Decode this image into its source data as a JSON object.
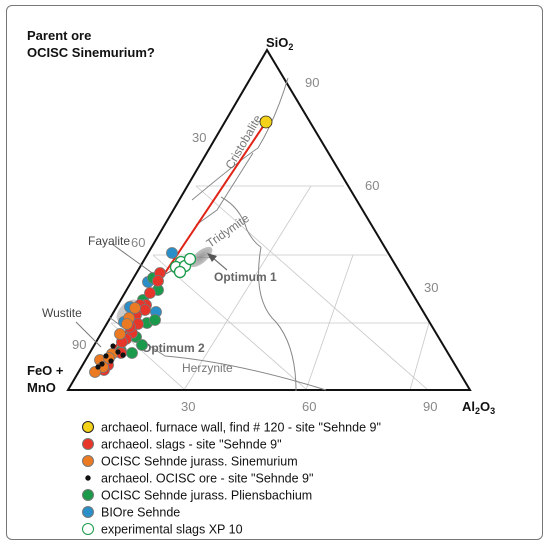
{
  "title": {
    "line1": "Parent ore",
    "line2": "OCISC Sinemurium?"
  },
  "corners": {
    "top": "SiO",
    "top_sub": "2",
    "left_line1": "FeO +",
    "left_line2": "MnO",
    "right": "Al",
    "right_sub1": "2",
    "right_mid": "O",
    "right_sub2": "3"
  },
  "ticks": {
    "right_edge": [
      "90",
      "60",
      "30"
    ],
    "left_edge": [
      "30",
      "60",
      "90"
    ],
    "bottom_edge": [
      "30",
      "60",
      "90"
    ]
  },
  "regions": {
    "cristobalite": "Cristobalite",
    "tridymite": "Tridymite",
    "fayalite": "Fayalite",
    "wustite": "Wustite",
    "herzynite": "Herzynite",
    "optimum1": "Optimum 1",
    "optimum2": "Optimum 2"
  },
  "colors": {
    "furnace": "#f5d21a",
    "slags": "#e8352a",
    "sinemurium": "#ec7a22",
    "ore": "#111111",
    "pliensbachium": "#1a9a4a",
    "biore": "#2a8fc8",
    "experimental": "#ffffff",
    "trend_line": "#e02418"
  },
  "legend": [
    {
      "key": "furnace",
      "label": "archaeol. furnace wall, find # 120 - site \"Sehnde 9\"",
      "fill": "#f5d21a",
      "stroke": "#222",
      "r": 5.5
    },
    {
      "key": "slags",
      "label": "archaeol. slags - site \"Sehnde 9\"",
      "fill": "#e8352a",
      "stroke": "#777",
      "r": 5.5
    },
    {
      "key": "sinemurium",
      "label": "OCISC Sehnde jurass. Sinemurium",
      "fill": "#ec7a22",
      "stroke": "#777",
      "r": 5.5
    },
    {
      "key": "ore",
      "label": "archaeol. OCISC ore - site \"Sehnde 9\"",
      "fill": "#111111",
      "stroke": "#111",
      "r": 2.2
    },
    {
      "key": "pliensbachium",
      "label": "OCISC Sehnde jurass. Pliensbachium",
      "fill": "#1a9a4a",
      "stroke": "#777",
      "r": 5.5
    },
    {
      "key": "biore",
      "label": "BIOre Sehnde",
      "fill": "#2a8fc8",
      "stroke": "#777",
      "r": 5.5
    },
    {
      "key": "experimental",
      "label": "experimental slags XP 10",
      "fill": "#ffffff",
      "stroke": "#1a9a4a",
      "r": 5.5
    }
  ]
}
